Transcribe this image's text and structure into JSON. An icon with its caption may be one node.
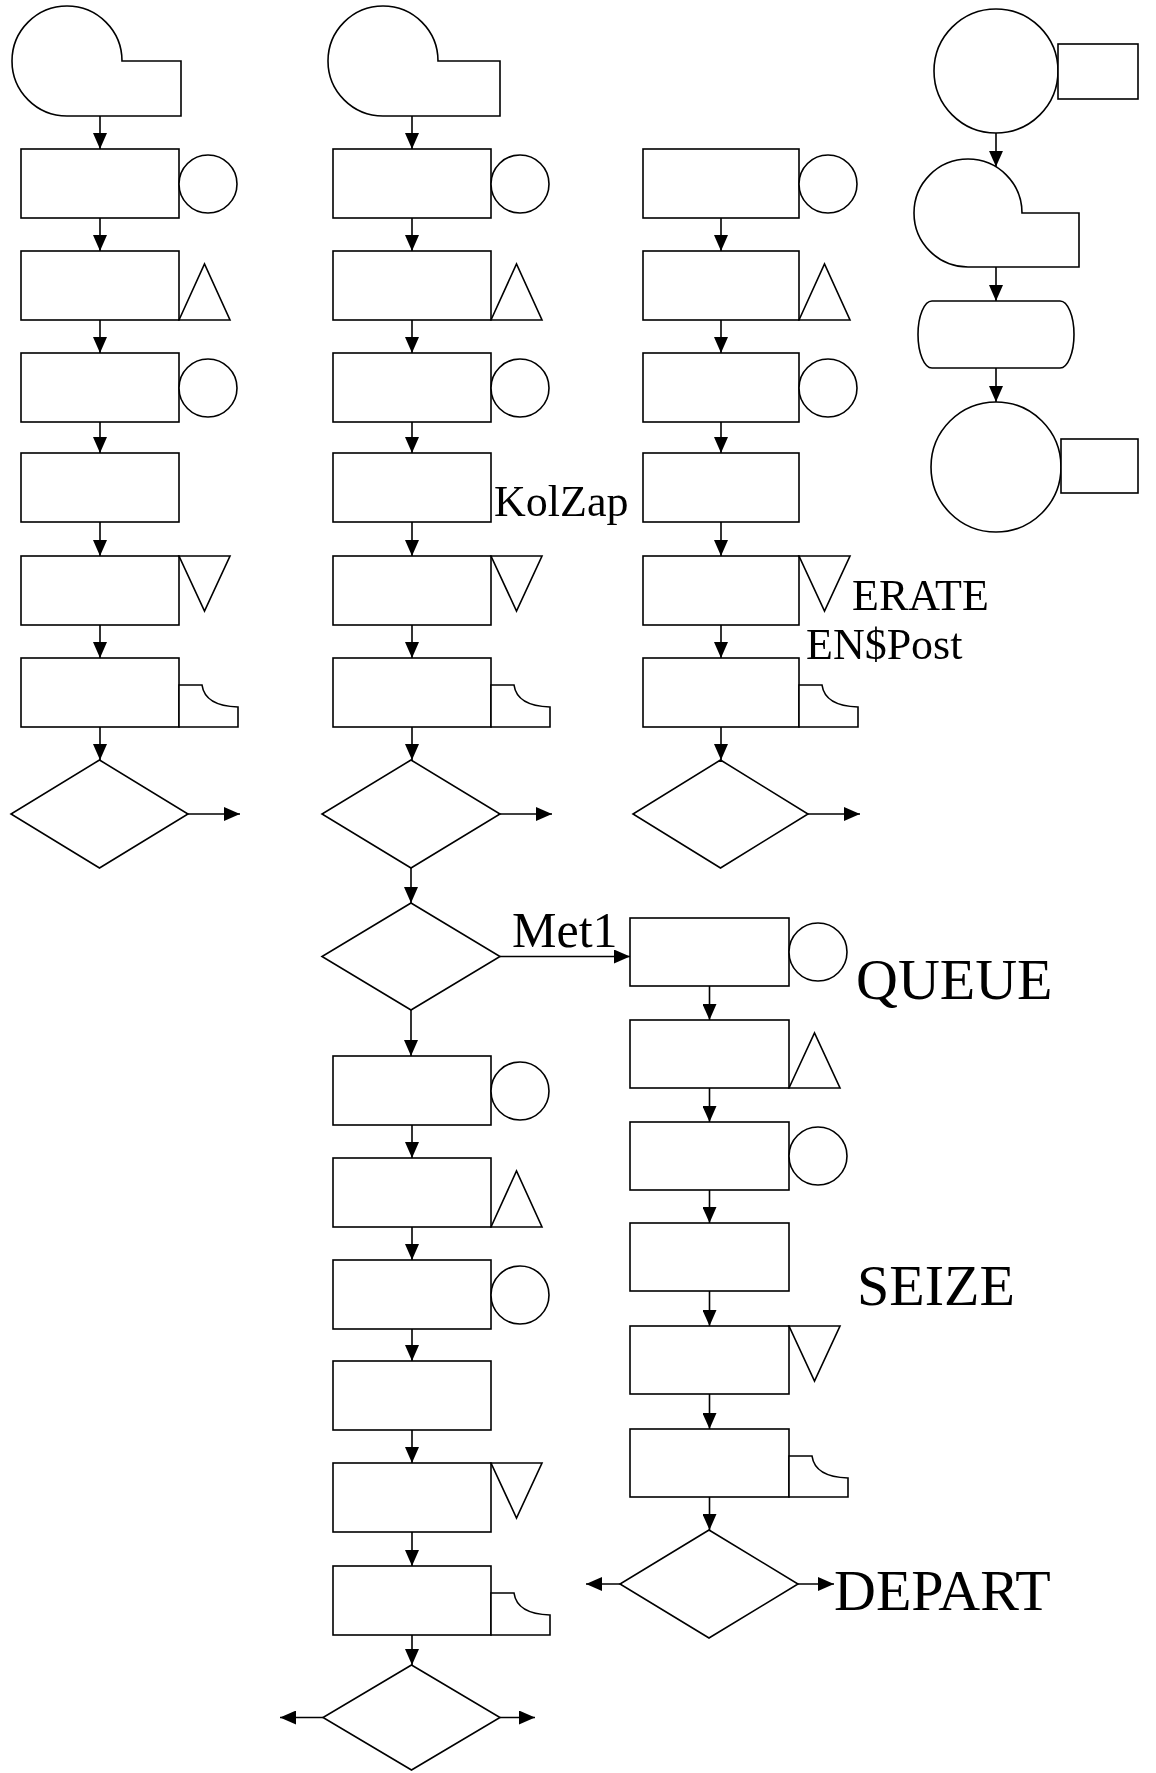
{
  "diagram": {
    "nodes": [
      {
        "text": [],
        "shape": "loop"
      },
      {
        "text": [],
        "shape": "box"
      },
      {
        "text": [],
        "shape": "circle"
      },
      {
        "text": [],
        "shape": "box"
      },
      {
        "text": [],
        "shape": "triangle"
      },
      {
        "text": [],
        "shape": "box"
      },
      {
        "text": [],
        "shape": "circle"
      },
      {
        "text": [],
        "shape": "box"
      },
      {
        "text": [],
        "shape": "box"
      },
      {
        "text": [],
        "shape": "wedge"
      },
      {
        "text": [],
        "shape": "box"
      },
      {
        "text": [],
        "shape": "tab"
      },
      {
        "text": [],
        "shape": "diamond"
      },
      {
        "text": [],
        "shape": "loop"
      },
      {
        "text": [],
        "shape": "box"
      },
      {
        "text": [],
        "shape": "circle"
      },
      {
        "text": [],
        "shape": "box"
      },
      {
        "text": [],
        "shape": "triangle"
      },
      {
        "text": [],
        "shape": "box"
      },
      {
        "text": [],
        "shape": "circle"
      },
      {
        "text": [],
        "shape": "box"
      },
      {
        "text": [],
        "shape": "box"
      },
      {
        "text": [],
        "shape": "wedge"
      },
      {
        "text": [],
        "shape": "box"
      },
      {
        "text": [],
        "shape": "tab"
      },
      {
        "text": [],
        "shape": "diamond"
      },
      {
        "text": [],
        "shape": "diamond"
      },
      {
        "text": [],
        "shape": "box"
      },
      {
        "text": [],
        "shape": "circle"
      },
      {
        "text": [],
        "shape": "box"
      },
      {
        "text": [],
        "shape": "triangle"
      },
      {
        "text": [],
        "shape": "box"
      },
      {
        "text": [],
        "shape": "circle"
      },
      {
        "text": [],
        "shape": "box"
      },
      {
        "text": [],
        "shape": "box"
      },
      {
        "text": [],
        "shape": "wedge"
      },
      {
        "text": [],
        "shape": "box"
      },
      {
        "text": [],
        "shape": "tab"
      },
      {
        "text": [],
        "shape": "diamond"
      },
      {
        "text": [],
        "shape": "circle"
      },
      {
        "text": [],
        "shape": "box"
      },
      {
        "text": [],
        "shape": "loop"
      },
      {
        "text": [],
        "shape": "capsule"
      },
      {
        "text": [],
        "shape": "circle"
      },
      {
        "text": [],
        "shape": "box"
      },
      {
        "text": [],
        "shape": "box"
      },
      {
        "text": [],
        "shape": "circle"
      },
      {
        "text": [],
        "shape": "box"
      },
      {
        "text": [],
        "shape": "triangle"
      },
      {
        "text": [],
        "shape": "box"
      },
      {
        "text": [],
        "shape": "circle"
      },
      {
        "text": [],
        "shape": "box"
      },
      {
        "text": [],
        "shape": "box"
      },
      {
        "text": [],
        "shape": "wedge"
      },
      {
        "text": [],
        "shape": "box"
      },
      {
        "text": [],
        "shape": "tab"
      },
      {
        "text": [],
        "shape": "diamond"
      },
      {
        "text": [],
        "shape": "box"
      },
      {
        "text": [],
        "shape": "circle"
      },
      {
        "text": [],
        "shape": "box"
      },
      {
        "text": [],
        "shape": "triangle"
      },
      {
        "text": [],
        "shape": "box"
      },
      {
        "text": [],
        "shape": "circle"
      },
      {
        "text": [],
        "shape": "box"
      },
      {
        "text": [],
        "shape": "box"
      },
      {
        "text": [],
        "shape": "wedge"
      },
      {
        "text": [],
        "shape": "box"
      },
      {
        "text": [],
        "shape": "tab"
      },
      {
        "text": [],
        "shape": "diamond"
      },
      {
        "text": [
          "DEPART"
        ]
      }
    ],
    "edges": [
      {
        "from": 0,
        "to": 1,
        "arrow": "to"
      },
      {
        "from": 1,
        "to": 3,
        "arrow": "to"
      },
      {
        "from": 3,
        "to": 5,
        "arrow": "to"
      },
      {
        "from": 5,
        "to": 7,
        "arrow": "to"
      },
      {
        "from": 7,
        "to": 8,
        "arrow": "to"
      },
      {
        "from": 8,
        "to": 10,
        "arrow": "to"
      },
      {
        "from": 10,
        "to": 12,
        "arrow": "to"
      },
      {
        "from": 12,
        "to": null,
        "arrow": "to"
      },
      {
        "from": 13,
        "to": 14,
        "arrow": "to"
      },
      {
        "from": 14,
        "to": 16,
        "arrow": "to"
      },
      {
        "from": 16,
        "to": 18,
        "arrow": "to"
      },
      {
        "from": 18,
        "to": 20,
        "arrow": "to"
      },
      {
        "from": 20,
        "to": 21,
        "arrow": "to"
      },
      {
        "from": 21,
        "to": 23,
        "arrow": "to"
      },
      {
        "from": 23,
        "to": 25,
        "arrow": "to"
      },
      {
        "from": 25,
        "to": 26,
        "arrow": "to"
      },
      {
        "from": 25,
        "to": null,
        "arrow": "to"
      },
      {
        "from": 26,
        "to": 57,
        "arrow": "to",
        "label": "Met1"
      },
      {
        "from": 26,
        "to": 45,
        "arrow": "to"
      },
      {
        "from": 27,
        "to": 29,
        "arrow": "to"
      },
      {
        "from": 29,
        "to": 31,
        "arrow": "to"
      },
      {
        "from": 31,
        "to": 33,
        "arrow": "to"
      },
      {
        "from": 33,
        "to": 34,
        "arrow": "to"
      },
      {
        "from": 34,
        "to": 36,
        "arrow": "to"
      },
      {
        "from": 36,
        "to": 38,
        "arrow": "to"
      },
      {
        "from": 38,
        "to": null,
        "arrow": "to"
      },
      {
        "from": 39,
        "to": 41,
        "arrow": "to"
      },
      {
        "from": 41,
        "to": 42,
        "arrow": "to"
      },
      {
        "from": 42,
        "to": 43,
        "arrow": "to"
      },
      {
        "from": 45,
        "to": 47,
        "arrow": "to"
      },
      {
        "from": 47,
        "to": 49,
        "arrow": "to"
      },
      {
        "from": 49,
        "to": 51,
        "arrow": "to"
      },
      {
        "from": 51,
        "to": 52,
        "arrow": "to"
      },
      {
        "from": 52,
        "to": 54,
        "arrow": "to"
      },
      {
        "from": 54,
        "to": 56,
        "arrow": "to"
      },
      {
        "from": 56,
        "to": null,
        "arrow": "to"
      },
      {
        "from": 56,
        "to": null,
        "arrow": "to"
      },
      {
        "from": 57,
        "to": 59,
        "arrow": "to"
      },
      {
        "from": 59,
        "to": 61,
        "arrow": "to"
      },
      {
        "from": 61,
        "to": 63,
        "arrow": "to"
      },
      {
        "from": 63,
        "to": 64,
        "arrow": "to"
      },
      {
        "from": 64,
        "to": 66,
        "arrow": "to"
      },
      {
        "from": 66,
        "to": 68,
        "arrow": "to"
      },
      {
        "from": 68,
        "to": null,
        "arrow": "to"
      },
      {
        "from": 68,
        "to": 69,
        "arrow": "to"
      }
    ],
    "labels": [
      "KolZap",
      "ERATE",
      "EN$Post",
      "QUEUE",
      "SEIZE"
    ]
  }
}
